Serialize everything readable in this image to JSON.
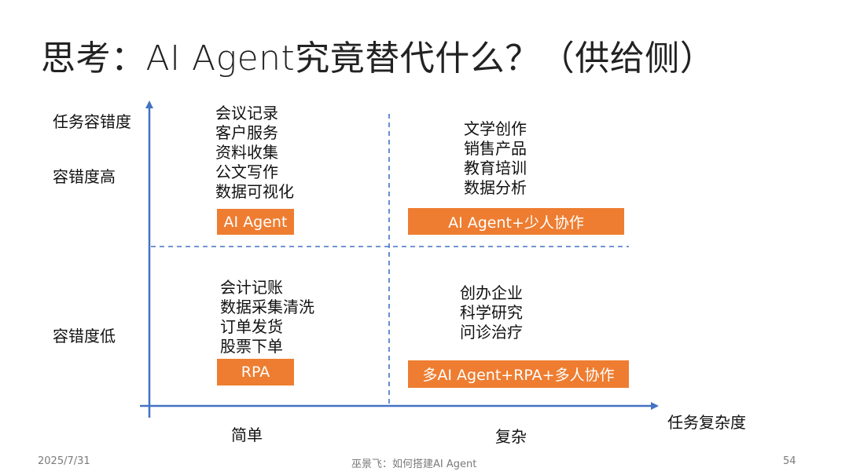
{
  "slide": {
    "title": "思考：AI Agent究竟替代什么？（供给侧）",
    "accent_color": "#ee7d31",
    "axis_color": "#4472c4"
  },
  "axes": {
    "y_title": "任务容错度",
    "y_high": "容错度高",
    "y_low": "容错度低",
    "x_title": "任务复杂度",
    "x_simple": "简单",
    "x_complex": "复杂"
  },
  "quadrants": {
    "top_left": {
      "items": [
        "会议记录",
        "客户服务",
        "资料收集",
        "公文写作",
        "数据可视化"
      ],
      "tag": "AI Agent"
    },
    "top_right": {
      "items": [
        "文学创作",
        "销售产品",
        "教育培训",
        "数据分析"
      ],
      "tag": "AI Agent+少人协作"
    },
    "bottom_left": {
      "items": [
        "会计记账",
        "数据采集清洗",
        "订单发货",
        "股票下单"
      ],
      "tag": "RPA"
    },
    "bottom_right": {
      "items": [
        "创办企业",
        "科学研究",
        "问诊治疗"
      ],
      "tag": "多AI Agent+RPA+多人协作"
    }
  },
  "footer": {
    "date": "2025/7/31",
    "center": "巫景飞：如何搭建AI Agent",
    "page": "54"
  }
}
